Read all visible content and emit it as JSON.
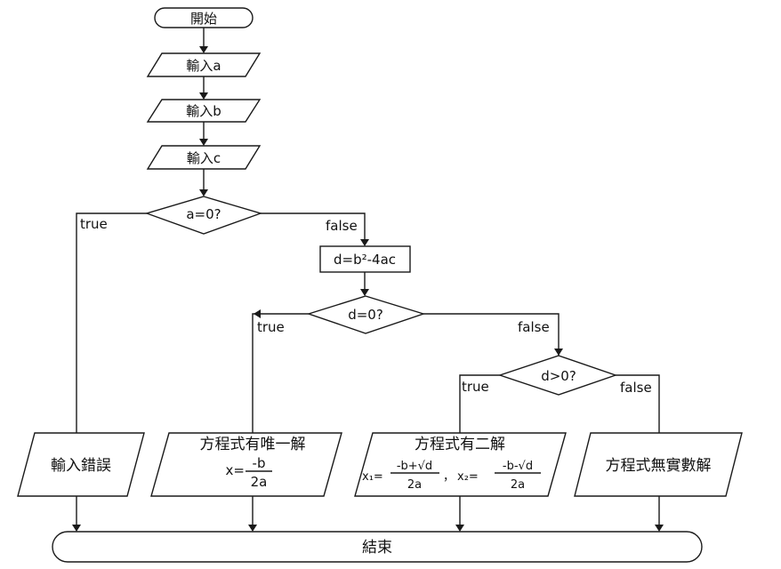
{
  "nodes": {
    "start": "開始",
    "input_a": "輸入a",
    "input_b": "輸入b",
    "input_c": "輸入c",
    "decision_a": "a=0?",
    "calc_d": "d=b²-4ac",
    "decision_d0": "d=0?",
    "decision_dpos": "d>0?",
    "error": "輸入錯誤",
    "unique": {
      "title": "方程式有唯一解",
      "lhs": "x=",
      "num": "-b",
      "den": "2a"
    },
    "two": {
      "title": "方程式有二解",
      "x1": "x₁=",
      "x1_num": "-b+√d",
      "x1_den": "2a",
      "sep": "，",
      "x2": "x₂=",
      "x2_num": "-b-√d",
      "x2_den": "2a"
    },
    "no_real": "方程式無實數解",
    "end": "結束"
  },
  "edge_labels": {
    "a_true": "true",
    "a_false": "false",
    "d0_true": "true",
    "d0_false": "false",
    "dpos_true": "true",
    "dpos_false": "false"
  }
}
